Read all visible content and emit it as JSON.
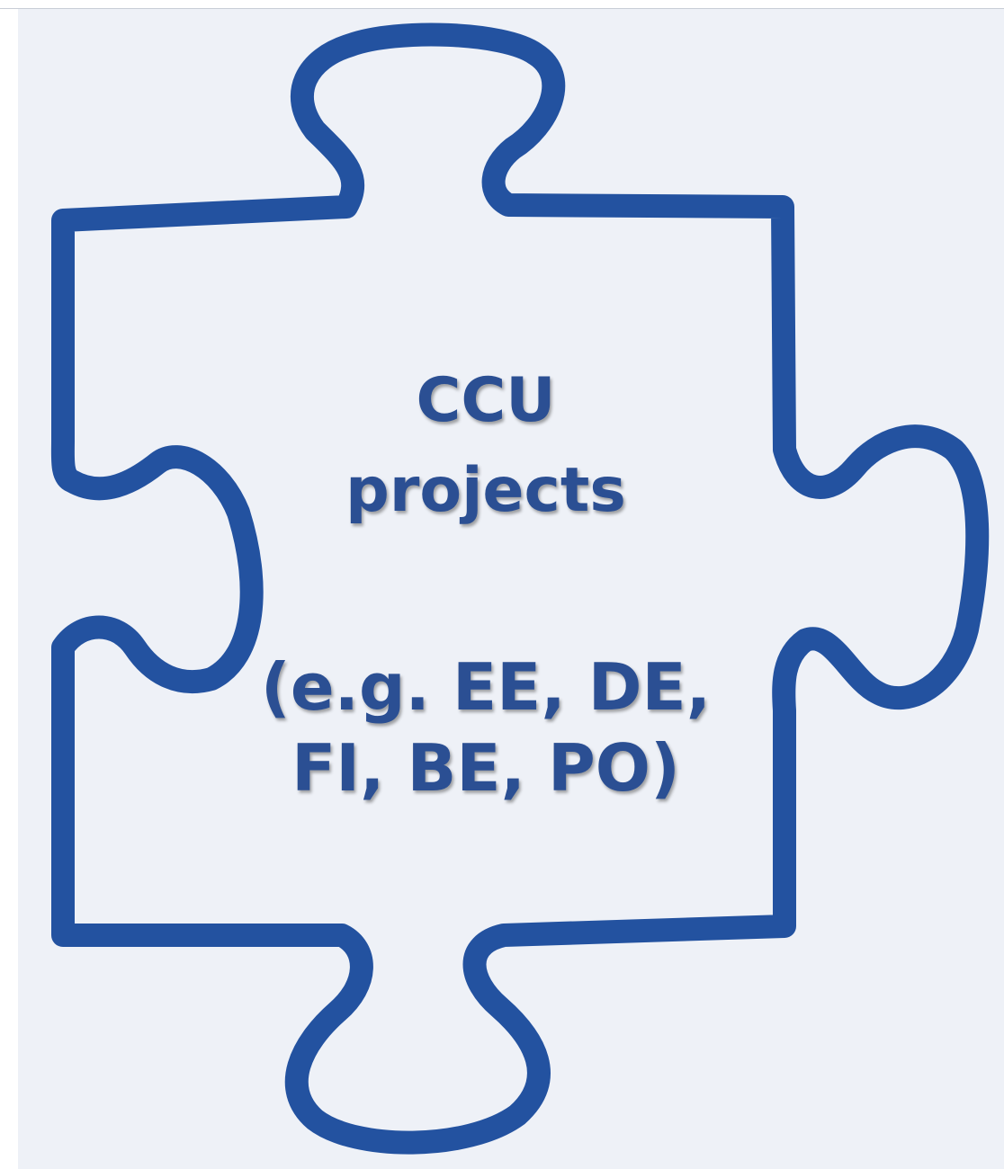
{
  "puzzle": {
    "outline_color": "#2352a0",
    "fill_color": "#eef1f7",
    "text_color": "#2b4f93"
  },
  "label": {
    "line1": "CCU",
    "line2": "projects",
    "line3": "(e.g. EE, DE,",
    "line4": "FI, BE, PO)"
  }
}
